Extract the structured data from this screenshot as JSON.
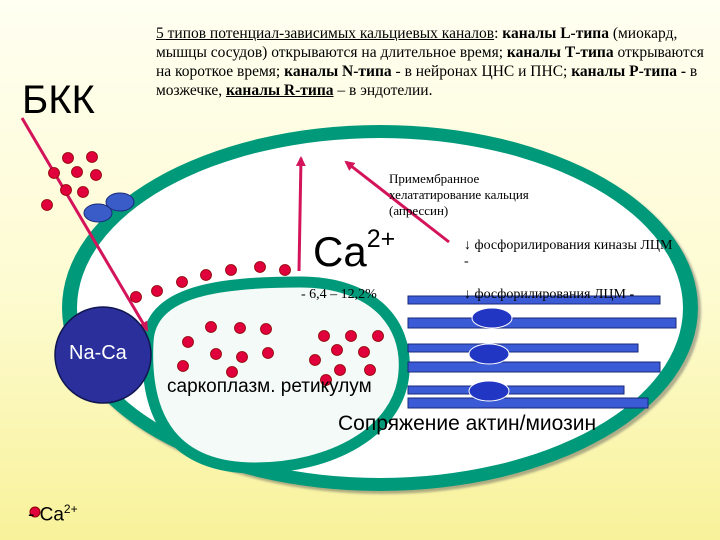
{
  "labels": {
    "bkk": "БКК",
    "heading": {
      "p1": "5 типов потенциал-зависимых кальциевых каналов",
      "p2": ": ",
      "p3": "каналы L-типа",
      "p4": " (миокард, мышцы сосудов) открываются на длительное время; ",
      "p5": "каналы Т-типа",
      "p6": " открываются на короткое время; ",
      "p7": "каналы N-типа",
      "p8": " - в нейронах ЦНС и ПНС; ",
      "p9": "каналы Р-типа -",
      "p10": " в мозжечке, ",
      "p11": "каналы R-типа",
      "p12": " – в эндотелии."
    },
    "chelation": "Примембранное хелататирование кальция (апрессин)",
    "ca_symbol": "Ca",
    "ca_charge": "2+",
    "ca_percent": "- 6,4 – 12,2%",
    "kinase_phosphorylation": "↓ фосфорилирования киназы ЛЦМ -",
    "mlc_phosphorylation": "↓ фосфорилирования ЛЦМ -",
    "na_ca": "Na-Ca",
    "sr": "саркоплазм. ретикулум",
    "actomyosin": "Сопряжение актин/миозин",
    "legend_text": "- Ca",
    "legend_charge": "2+"
  },
  "colors": {
    "background_top": "#fffff2",
    "background_bottom": "#f8f29a",
    "cell_membrane": "#009a7a",
    "cytoplasm": "#ffffff",
    "calcium_dot": "#e0003c",
    "arrow": "#d4145a",
    "exchanger": "#1e2a9c",
    "filament": "#3b5bd6",
    "myosin_head": "#2236c4"
  },
  "icons": {
    "calcium": "calcium-ion-dot",
    "channel": "channel-ellipse-pair",
    "arrow": "red-arrow"
  }
}
